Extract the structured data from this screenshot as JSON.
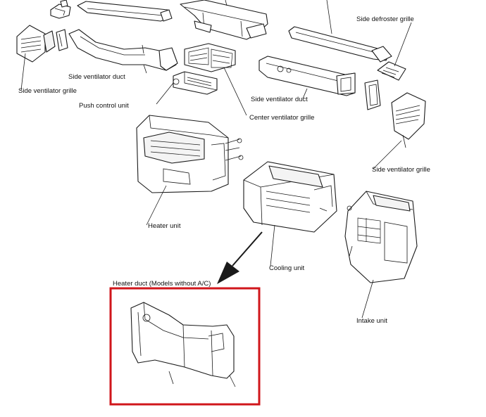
{
  "labels": {
    "side_defroster_grille": "Side defroster grille",
    "side_ventilator_duct_left": "Side ventilator duct",
    "side_ventilator_grille_left": "Side ventilator grille",
    "push_control_unit": "Push control unit",
    "side_ventilator_duct_right": "Side ventilator duct",
    "center_ventilator_grille": "Center ventilator grille",
    "side_ventilator_grille_right": "Side ventilator grille",
    "heater_unit": "Heater unit",
    "cooling_unit": "Cooling unit",
    "heater_duct": "Heater duct (Models without A/C)",
    "intake_unit": "Intake unit"
  },
  "colors": {
    "highlight_box": "#d0161b",
    "line_art": "#1a1a1a",
    "background": "#ffffff"
  }
}
